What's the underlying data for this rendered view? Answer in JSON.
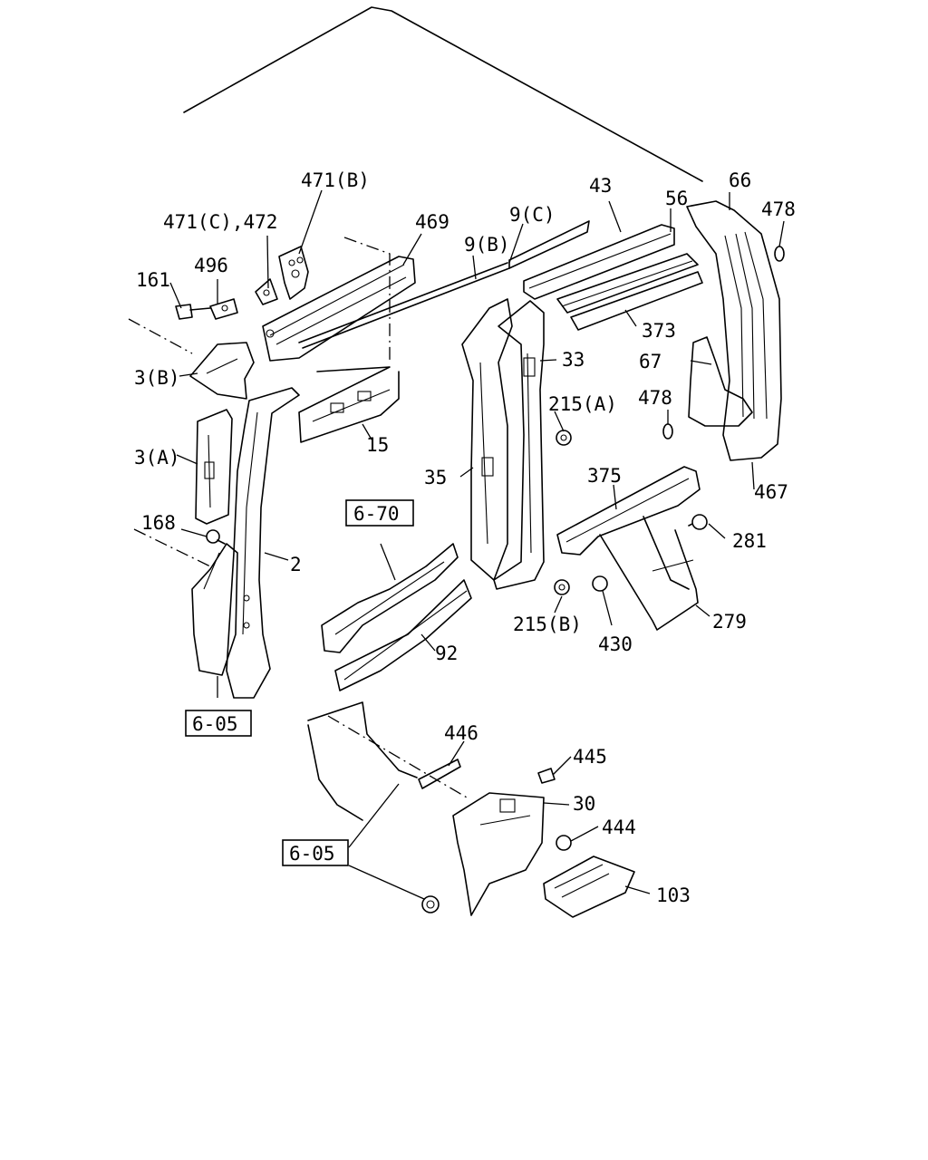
{
  "callouts": {
    "p471b": "471(B)",
    "p471c472": "471(C),472",
    "p469": "469",
    "p9c": "9(C)",
    "p43": "43",
    "p56": "56",
    "p66": "66",
    "p478a": "478",
    "p9b": "9(B)",
    "p161": "161",
    "p496": "496",
    "p373": "373",
    "p3b": "3(B)",
    "p33": "33",
    "p67": "67",
    "p215a": "215(A)",
    "p478b": "478",
    "p3a": "3(A)",
    "p15": "15",
    "p35": "35",
    "p375": "375",
    "p467": "467",
    "p168": "168",
    "p281": "281",
    "p2": "2",
    "p92": "92",
    "p215b": "215(B)",
    "p430": "430",
    "p279": "279",
    "p446": "446",
    "p445": "445",
    "p30": "30",
    "p444": "444",
    "p103": "103"
  },
  "references": {
    "ref670": "6-70",
    "ref605a": "6-05",
    "ref605b": "6-05"
  }
}
